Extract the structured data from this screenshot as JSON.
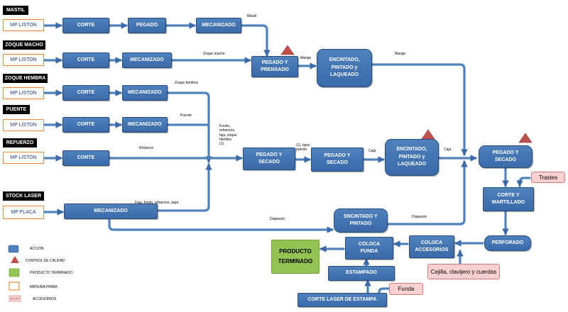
{
  "materials": [
    {
      "id": "mastil",
      "title": "MASTIL",
      "source": "MP LISTON"
    },
    {
      "id": "zoque_macho",
      "title": "ZOQUE MACHO",
      "source": "MP LISTON"
    },
    {
      "id": "zoque_hembra",
      "title": "ZOQUE HEMBRA",
      "source": "MP LISTON"
    },
    {
      "id": "puente",
      "title": "PUENTE",
      "source": "MP LISTON"
    },
    {
      "id": "refuerzo",
      "title": "REFUERZO",
      "source": "MP LISTON"
    },
    {
      "id": "stock_laser",
      "title": "STOCK LASER",
      "source": "MP PLACA"
    }
  ],
  "actions": {
    "corte_mastil": "CORTE",
    "pegado_mastil": "PEGADO",
    "mecanizado_mastil": "MECANIZADO",
    "corte_macho": "CORTE",
    "mecanizado_macho": "MECANIZADO",
    "pegado_prensado": "PEGADO Y\nPRENSADO",
    "encintado_1": "ENCINTADO,\nPINTADO y\nLAQUEADO",
    "corte_hembra": "CORTE",
    "mecanizado_hembra": "MECANIZADO",
    "corte_puente": "CORTE",
    "mecanizado_puente": "MECANIZADO",
    "corte_refuerzo": "CORTE",
    "pegado_secado_1": "PEGADO Y\nSECADO",
    "pegado_secado_2": "PEGADO Y\nSECADO",
    "encintado_2": "ENCINTADO,\nPINTADO y\nLAQUEADO",
    "pegado_secado_3": "PEGADO Y\nSECADO",
    "mecanizado_placa": "MECANIZADO",
    "encintado_pintado": "ENCINTADO Y\nPINTADO",
    "corte_martillado": "CORTE Y\nMARTILLADO",
    "perforado": "PERFORADO",
    "coloca_accesorios": "COLOCA\nACCESORIOS",
    "coloca_funda": "COLOCA\nFUNDA",
    "estampado": "ESTAMPADO",
    "corte_laser": "CORTE LASER DE ESTAMPA"
  },
  "product": "PRODUCTO\nTERMINADO",
  "accessories": {
    "trastes": "Trastes",
    "cejilla": "Cejilla, clavijero y cuerdas",
    "funda": "Funda"
  },
  "flow_labels": {
    "mastil": "Mástil",
    "mango_1": "Mango",
    "mango_2": "Mango",
    "zoque_macho": "Zoque macho",
    "zoque_hembra": "Zoque hembra",
    "puente": "Puente",
    "refuerzo": "Refuerzo",
    "fondo": "Fondo,\nrefuerzos,\nfaja, zoque\nhembra\n(1)",
    "tapa_puente": "(1), tapa,\npuente",
    "caja_1": "Caja",
    "caja_2": "Caja",
    "placa": "Faja, fondo, refuerzos, tapa",
    "diapason_1": "Diapasón",
    "diapason_2": "Diapasón"
  },
  "legend": {
    "accion": "ACCION",
    "control": "CONTROL DE CALIDAD",
    "producto": "PRODUCTO TERMINADO",
    "materia": "MATERIA PRIMA",
    "accesorios": "ACCESORIOS"
  },
  "colors": {
    "action_blue": "#4f81bd",
    "arrow_blue": "#4f81bd",
    "raw_border": "#f08a3a",
    "product_green": "#92c353",
    "accessory_pink": "#fbd0d0",
    "control_red": "#c0504d"
  }
}
